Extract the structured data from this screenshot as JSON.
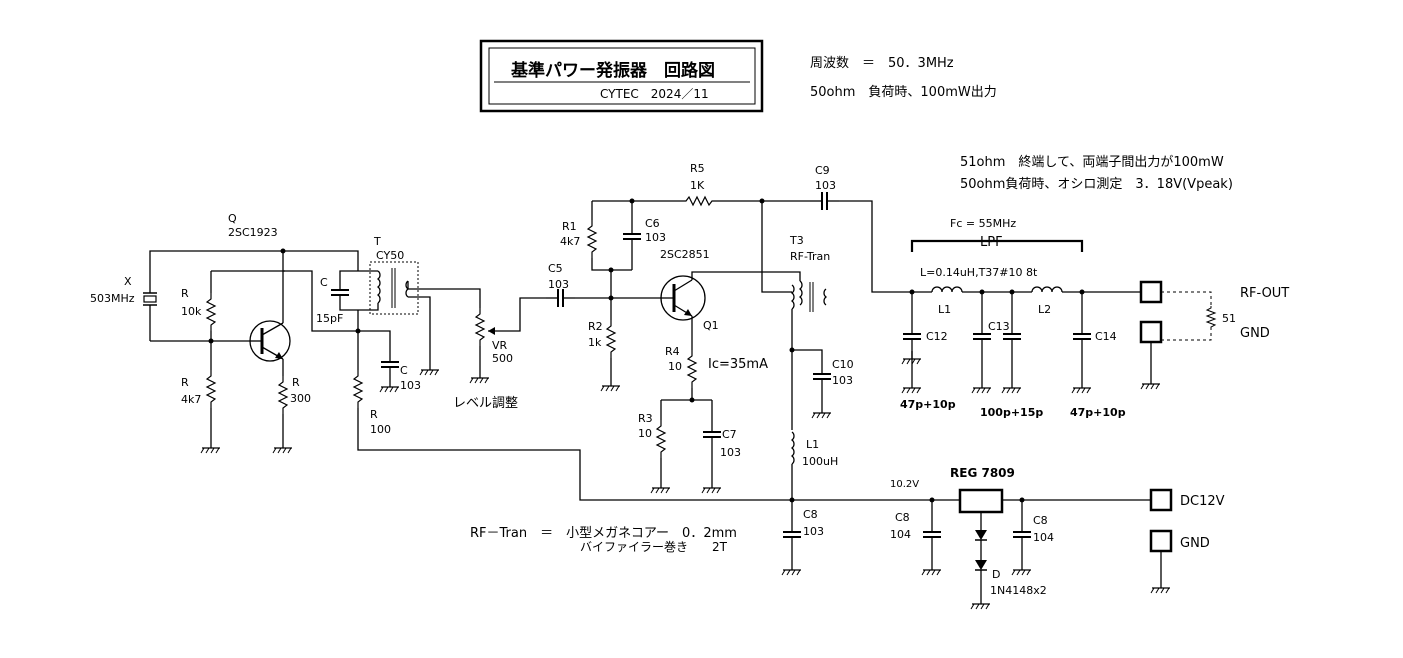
{
  "title_box": {
    "title": "基準パワー発振器　回路図",
    "author": "CYTEC　2024／11"
  },
  "specs": {
    "frequency": "周波数　＝　50．3MHz",
    "output": "50ohm　負荷時、100mW出力"
  },
  "notes": {
    "line1": "51ohm　終端して、両端子間出力が100mW",
    "line2": "50ohm負荷時、オシロ測定　3．18V(Vpeak)"
  },
  "osc": {
    "q_ref": "Q",
    "q_part": "2SC1923",
    "x_ref": "X",
    "x_val": "503MHz",
    "r1_ref": "R",
    "r1_val": "10k",
    "r2_ref": "R",
    "r2_val": "4k7",
    "r3_ref": "R",
    "r3_val": "300",
    "r4_ref": "R",
    "r4_val": "100",
    "c1_ref": "C",
    "c1_val": "15pF",
    "c2_ref": "C",
    "c2_val": "103",
    "t_ref": "T",
    "t_part": "CY50"
  },
  "level": {
    "vr_ref": "VR",
    "vr_val": "500",
    "label": "レベル調整"
  },
  "amp": {
    "c5_ref": "C5",
    "c5_val": "103",
    "r1_ref": "R1",
    "r1_val": "4k7",
    "c6_ref": "C6",
    "c6_val": "103",
    "r2_ref": "R2",
    "r2_val": "1k",
    "r5_ref": "R5",
    "r5_val": "1K",
    "q1_part": "2SC2851",
    "q1_ref": "Q1",
    "r4_ref": "R4",
    "r4_val": "10",
    "ic": "Ic=35mA",
    "r3_ref": "R3",
    "r3_val": "10",
    "c7_ref": "C7",
    "c7_val": "103",
    "t3_ref": "T3",
    "t3_part": "RF-Tran",
    "c9_ref": "C9",
    "c9_val": "103",
    "c10_ref": "C10",
    "c10_val": "103",
    "l1_ref": "L1",
    "l1_val": "100uH",
    "c8_ref": "C8",
    "c8_val": "103"
  },
  "lpf": {
    "fc": "Fc = 55MHz",
    "label": "LPF",
    "coil_spec": "L=0.14uH,T37#10 8t",
    "l1": "L1",
    "l2": "L2",
    "c12": "C12",
    "c13": "C13",
    "c14": "C14",
    "v1": "47p+10p",
    "v2": "100p+15p",
    "v3": "47p+10p"
  },
  "output": {
    "rf_out": "RF-OUT",
    "gnd": "GND",
    "r_load": "51"
  },
  "power": {
    "v_reg": "10.2V",
    "reg": "REG 7809",
    "c8a_ref": "C8",
    "c8a_val": "104",
    "c8b_ref": "C8",
    "c8b_val": "104",
    "d_ref": "D",
    "d_part": "1N4148x2",
    "dc": "DC12V",
    "gnd": "GND"
  },
  "rf_tran_note": {
    "line1": "RF－Tran　＝　小型メガネコアー　0．2mm",
    "line2": "バイファイラー巻き　　2T"
  }
}
